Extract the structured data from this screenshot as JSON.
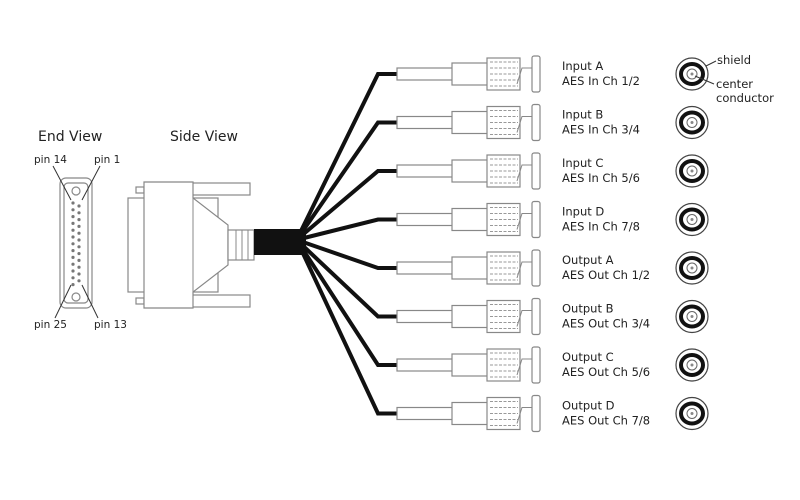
{
  "views": {
    "end_view": "End View",
    "side_view": "Side View"
  },
  "pins": {
    "top_left": "pin 14",
    "top_right": "pin 1",
    "bottom_left": "pin 25",
    "bottom_right": "pin 13"
  },
  "channels": [
    {
      "name": "Input A",
      "desc": "AES In Ch 1/2"
    },
    {
      "name": "Input B",
      "desc": "AES In Ch 3/4"
    },
    {
      "name": "Input C",
      "desc": "AES In Ch 5/6"
    },
    {
      "name": "Input D",
      "desc": "AES In Ch 7/8"
    },
    {
      "name": "Output A",
      "desc": "AES Out Ch 1/2"
    },
    {
      "name": "Output B",
      "desc": "AES Out Ch 3/4"
    },
    {
      "name": "Output C",
      "desc": "AES Out Ch 5/6"
    },
    {
      "name": "Output D",
      "desc": "AES Out Ch 7/8"
    }
  ],
  "bnc_callouts": {
    "shield": "shield",
    "center_line1": "center",
    "center_line2": "conductor"
  }
}
